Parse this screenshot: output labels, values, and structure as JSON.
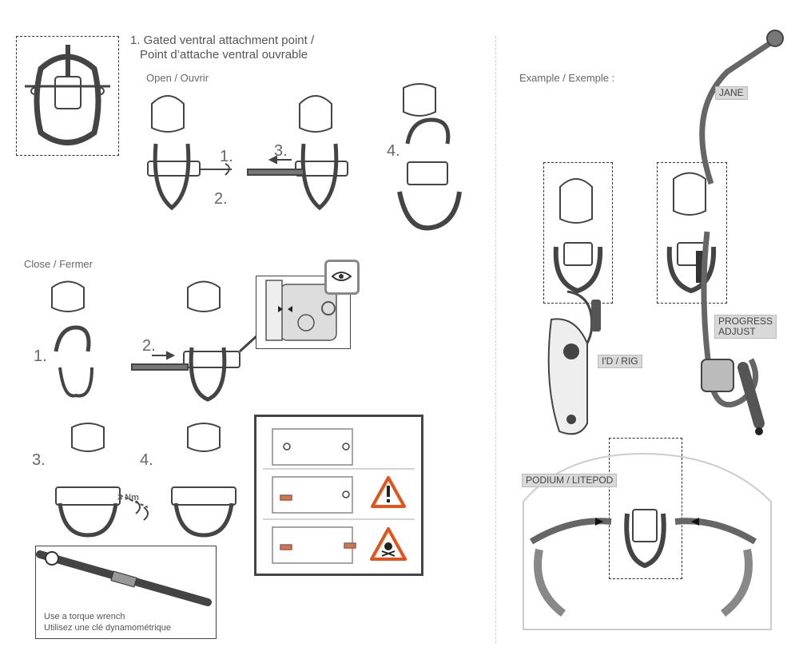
{
  "section_title_line1": "1. Gated ventral attachment point /",
  "section_title_line2": "Point d’attache ventral ouvrable",
  "open_label": "Open / Ouvrir",
  "close_label": "Close / Fermer",
  "example_label": "Example / Exemple :",
  "steps": {
    "open_1": "1.",
    "open_2": "2.",
    "open_3": "3.",
    "open_4": "4.",
    "close_1": "1.",
    "close_2": "2.",
    "close_3": "3.",
    "close_4": "4."
  },
  "torque_value": "3 Nm",
  "torque_note_line1": "Use a torque wrench",
  "torque_note_line2": "Utilisez une clé dynamométrique",
  "tags": {
    "jane": "JANE",
    "progress_line1": "PROGRESS",
    "progress_line2": "ADJUST",
    "id_rig": "I'D / RIG",
    "podium": "PODIUM / LITEPOD"
  },
  "colors": {
    "warning": "#e2541c",
    "gray_line": "#444444",
    "light_gray": "#d9d9d9"
  }
}
